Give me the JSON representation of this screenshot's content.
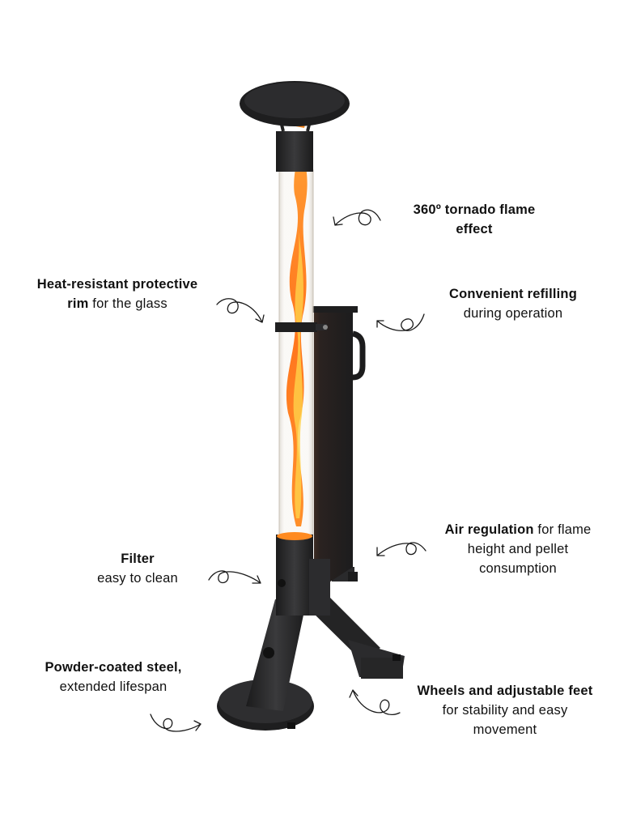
{
  "colors": {
    "steel": "#2a2a2c",
    "steel_dark": "#1a1a1b",
    "flame": "#ff7a1a",
    "flame_core": "#ffd24a",
    "text": "#111111"
  },
  "callouts": {
    "tornado": {
      "bold": "360º tornado flame effect",
      "rest": ""
    },
    "rim": {
      "bold": "Heat-resistant protective rim",
      "rest": " for the glass"
    },
    "refill": {
      "bold": "Convenient refilling",
      "rest": "during operation"
    },
    "air": {
      "bold": "Air regulation",
      "rest": " for flame height and pellet consumption"
    },
    "filter": {
      "bold": "Filter",
      "rest": "easy to clean"
    },
    "steel": {
      "bold": "Powder-coated steel,",
      "rest": "extended lifespan"
    },
    "wheels": {
      "bold": "Wheels and adjustable feet",
      "rest": "for stability and easy movement"
    }
  },
  "icons": [
    "curly-arrow-icon"
  ]
}
